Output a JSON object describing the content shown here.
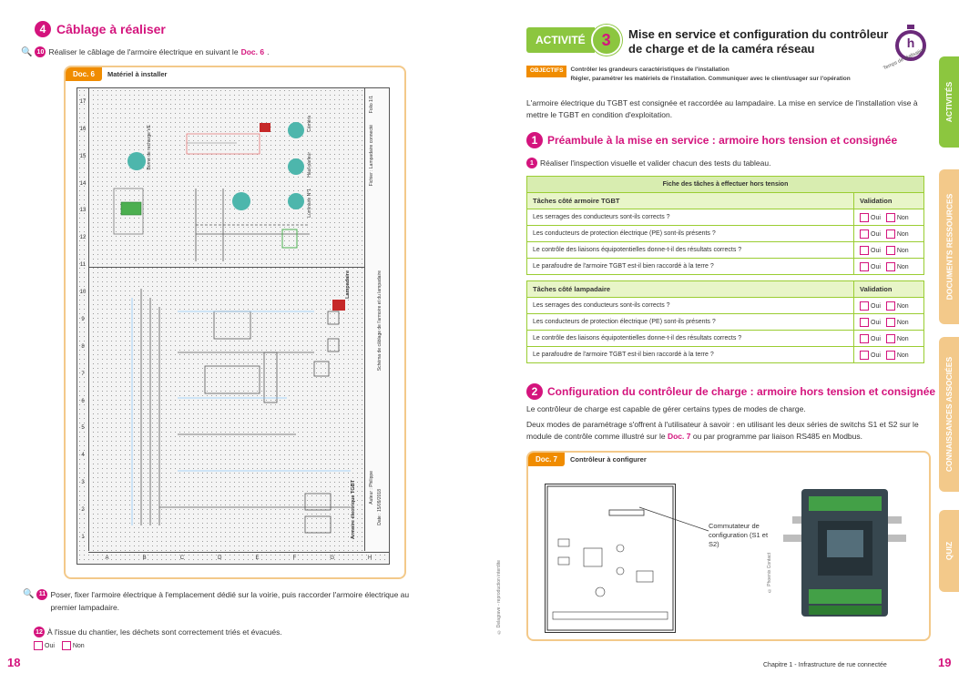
{
  "left": {
    "section_num": "4",
    "section_title": "Câblage à réaliser",
    "step10_num": "10",
    "step10_text": "Réaliser le câblage de l'armoire électrique en suivant le ",
    "step10_ref": "Doc. 6",
    "doc6_tag": "Doc. 6",
    "doc6_title": "Matériel à installer",
    "row_labels": [
      "1",
      "2",
      "3",
      "4",
      "5",
      "6",
      "7",
      "8",
      "9",
      "10",
      "11",
      "12",
      "13",
      "14",
      "15",
      "16",
      "17"
    ],
    "col_labels": [
      "A",
      "B",
      "C",
      "D",
      "E",
      "F",
      "G",
      "H"
    ],
    "schema_labels": {
      "borne": "Borne de recharge VE",
      "camera": "Caméra",
      "haut_parleur": "Haut-parleur",
      "lampadaire": "Lampadaire",
      "luminaire": "Luminaire N°1",
      "armoire": "Armoire électrique TGBT",
      "schema": "Schéma de câblage de l'armoire et du lampadaire",
      "fichier": "Fichier : Lampadaire connecté",
      "folio": "Folio 1/1",
      "auteur": "Auteur : Philippe",
      "date": "Date : 15/09/2018"
    },
    "step11_num": "11",
    "step11_text": "Poser, fixer l'armoire électrique à l'emplacement dédié sur la voirie, puis raccorder l'armoire électrique au premier lampadaire.",
    "step12_num": "12",
    "step12_text": "À l'issue du chantier, les déchets sont correctement triés et évacués.",
    "oui": "Oui",
    "non": "Non",
    "page_num": "18"
  },
  "right": {
    "activite_label": "ACTIVITÉ",
    "activite_num": "3",
    "activite_title_1": "Mise en service et configuration du contrôleur",
    "activite_title_2": "de charge et de la caméra réseau",
    "timer_letter": "h",
    "timer_caption": "Temps de réalisation",
    "objectifs_label": "OBJECTIFS",
    "objectif_1": "Contrôler les grandeurs caractéristiques de l'installation",
    "objectif_2": "Régler, paramétrer les matériels de l'installation. Communiquer avec le client/usager sur l'opération",
    "intro": "L'armoire électrique du TGBT est consignée et raccordée au lampadaire. La mise en service de l'installation vise à mettre le TGBT en condition d'exploitation.",
    "s1_num": "1",
    "s1_title": "Préambule à la mise en service : armoire hors tension et consignée",
    "s1_step_num": "1",
    "s1_step_text": "Réaliser l'inspection visuelle et valider chacun des tests du tableau.",
    "table_title": "Fiche des tâches à effectuer hors tension",
    "group1_header": "Tâches côté armoire TGBT",
    "group2_header": "Tâches côté lampadaire",
    "validation": "Validation",
    "group1_rows": [
      "Les serrages des conducteurs sont-ils corrects ?",
      "Les conducteurs de protection électrique (PE) sont-ils présents ?",
      "Le contrôle des liaisons équipotentielles donne-t-il des résultats corrects ?",
      "Le parafoudre de l'armoire TGBT est-il bien raccordé à la terre ?"
    ],
    "group2_rows": [
      "Les serrages des conducteurs sont-ils corrects ?",
      "Les conducteurs de protection électrique (PE) sont-ils présents ?",
      "Le contrôle des liaisons équipotentielles donne-t-il des résultats corrects ?",
      "Le parafoudre de l'armoire TGBT est-il bien raccordé à la terre ?"
    ],
    "oui": "Oui",
    "non": "Non",
    "s2_num": "2",
    "s2_title": "Configuration du contrôleur de charge : armoire hors tension et consignée",
    "s2_p1": "Le contrôleur de charge est capable de gérer certains types de modes de charge.",
    "s2_p2a": "Deux modes de paramétrage s'offrent à l'utilisateur à savoir : en utilisant les deux séries de switchs S1 et S2 sur le module de contrôle comme illustré sur le ",
    "s2_p2ref": "Doc. 7",
    "s2_p2b": " ou par programme par liaison RS485 en Modbus.",
    "doc7_tag": "Doc. 7",
    "doc7_title": "Contrôleur à configurer",
    "commutateur": "Commutateur de configuration (S1 et S2)",
    "photo_credit": "© Phoenix Contact",
    "copyright": "© Delagrave - reproduction interdite",
    "footer_chapter": "Chapitre 1 - Infrastructure  de rue connectée",
    "page_num": "19"
  },
  "side_tabs": [
    "ACTIVITÉS",
    "DOCUMENTS RESSOURCES",
    "CONNAISSANCES ASSOCIÉES",
    "QUIZ"
  ]
}
